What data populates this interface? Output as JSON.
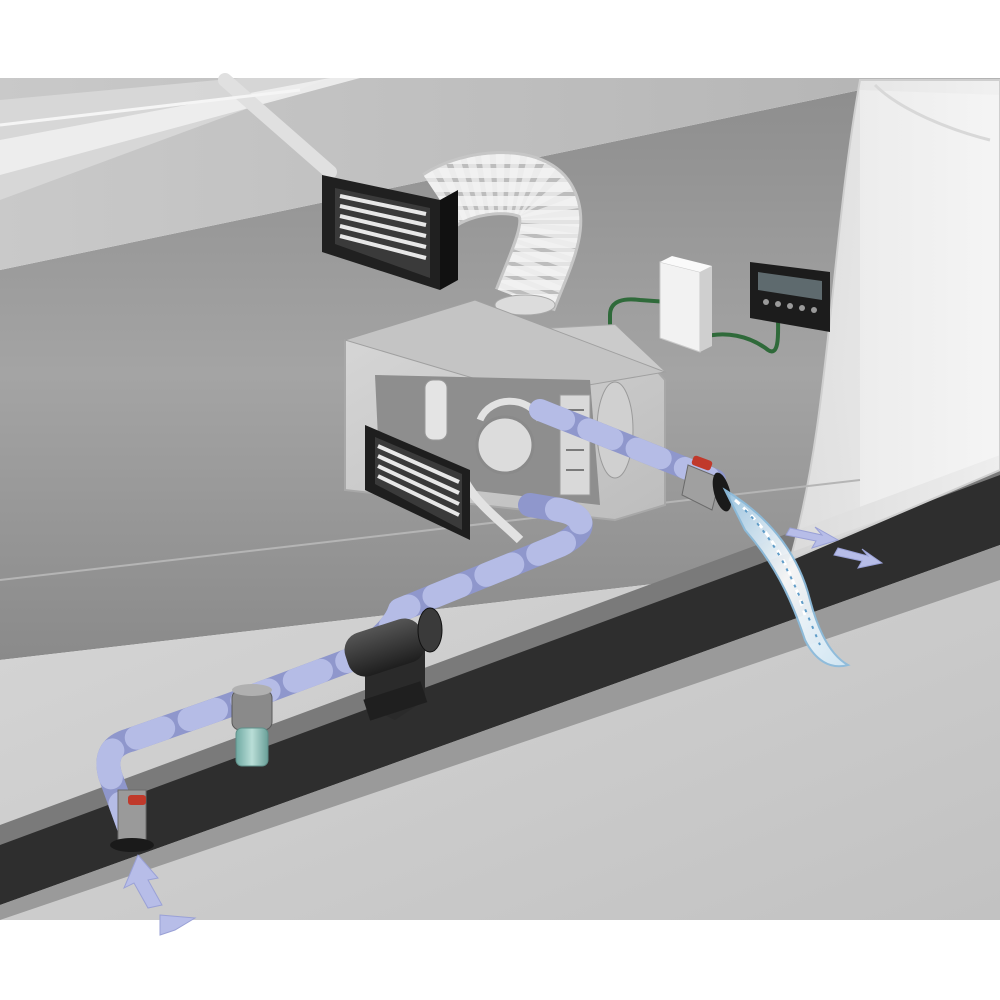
{
  "diagram": {
    "components": [
      {
        "id": "ceiling-duct",
        "icon": "duct-icon"
      },
      {
        "id": "supply-air-grille",
        "icon": "vent-grille-icon"
      },
      {
        "id": "flexible-air-duct",
        "icon": "flex-duct-icon"
      },
      {
        "id": "air-conditioner-unit",
        "icon": "ac-unit-icon"
      },
      {
        "id": "return-air-grille",
        "icon": "vent-grille-icon"
      },
      {
        "id": "electrical-control-box",
        "icon": "electrical-box-icon"
      },
      {
        "id": "digital-control-panel",
        "icon": "control-panel-icon"
      },
      {
        "id": "seawater-pump",
        "icon": "pump-icon"
      },
      {
        "id": "strainer",
        "icon": "filter-icon"
      },
      {
        "id": "intake-seacock",
        "icon": "valve-icon"
      },
      {
        "id": "overboard-discharge",
        "icon": "valve-icon"
      },
      {
        "id": "water-discharge-jet",
        "icon": "water-icon"
      }
    ],
    "flow": {
      "water_in_arrows": 2,
      "water_out_arrows": 2
    },
    "colors": {
      "background": "#ffffff",
      "hull_interior": "#9c9c9c",
      "pipe_base": "#8f97cc",
      "pipe_stripe": "#b5bce6",
      "wire": "#2f6a3a",
      "flow_arrow": "#b7bde8",
      "water_jet": "#cfe6f5"
    }
  }
}
